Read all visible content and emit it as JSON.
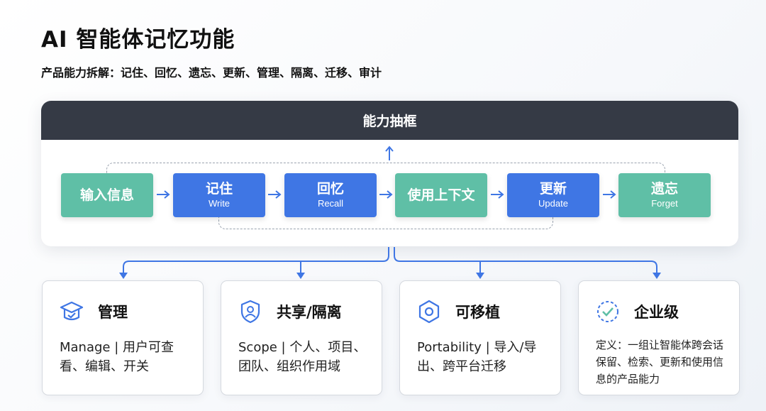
{
  "title": "AI 智能体记忆功能",
  "subtitle": "产品能力拆解：记住、回忆、遗忘、更新、管理、隔离、迁移、审计",
  "framework": {
    "header": "能力抽框",
    "steps": [
      {
        "zh": "输入信息",
        "en": "",
        "color": "#5fbfa6"
      },
      {
        "zh": "记住",
        "en": "Write",
        "color": "#3f76e4"
      },
      {
        "zh": "回忆",
        "en": "Recall",
        "color": "#3f76e4"
      },
      {
        "zh": "使用上下文",
        "en": "",
        "color": "#5fbfa6"
      },
      {
        "zh": "更新",
        "en": "Update",
        "color": "#3f76e4"
      },
      {
        "zh": "遗忘",
        "en": "Forget",
        "color": "#5fbfa6"
      }
    ]
  },
  "cards": [
    {
      "icon": "graduation-cap-check-icon",
      "title": "管理",
      "body": "Manage | 用户可查看、编辑、开关"
    },
    {
      "icon": "shield-person-icon",
      "title": "共享/隔离",
      "body": "Scope | 个人、项目、团队、组织作用域"
    },
    {
      "icon": "hexagon-gear-icon",
      "title": "可移植",
      "body": "Portability | 导入/导出、跨平台迁移"
    },
    {
      "icon": "check-circle-icon",
      "title": "企业级",
      "body": "定义：一组让智能体跨会话保留、检索、更新和使用信息的产品能力"
    }
  ],
  "colors": {
    "teal": "#5fbfa6",
    "blue": "#3f76e4",
    "header": "#353a45",
    "connector": "#3f76e4"
  }
}
